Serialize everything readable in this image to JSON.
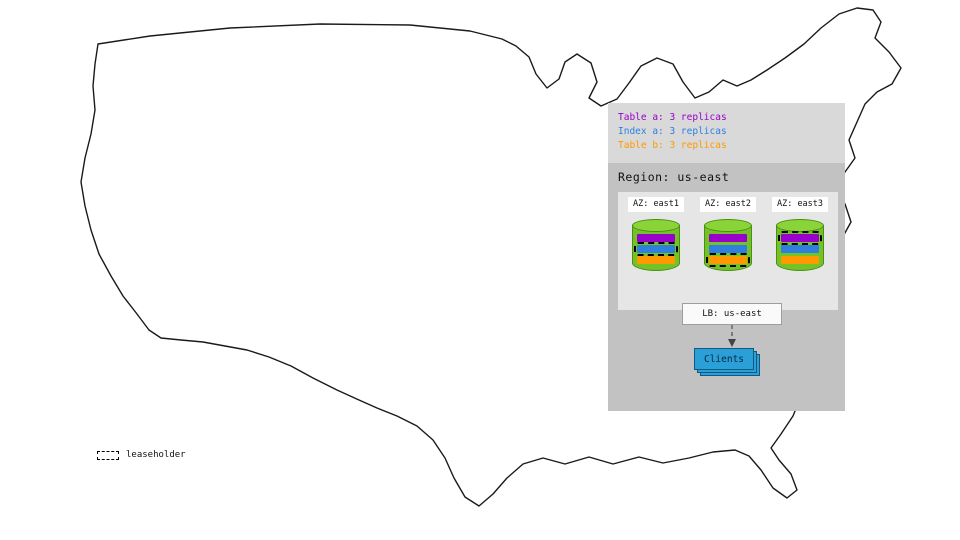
{
  "overlay": {
    "replica_legend": [
      {
        "id": "table-a",
        "label": "Table a: 3 replicas",
        "color": "#9900cc"
      },
      {
        "id": "index-a",
        "label": "Index a: 3 replicas",
        "color": "#2e7fe0"
      },
      {
        "id": "table-b",
        "label": "Table b: 3 replicas",
        "color": "#ff9900"
      }
    ],
    "region": {
      "label": "Region: us-east",
      "azs": [
        {
          "label": "AZ: east1",
          "replicas": [
            {
              "name": "table-a",
              "color": "#9900cc",
              "leaseholder": false
            },
            {
              "name": "index-a",
              "color": "#2e7fe0",
              "leaseholder": true
            },
            {
              "name": "table-b",
              "color": "#ff9900",
              "leaseholder": false
            }
          ]
        },
        {
          "label": "AZ: east2",
          "replicas": [
            {
              "name": "table-a",
              "color": "#9900cc",
              "leaseholder": false
            },
            {
              "name": "index-a",
              "color": "#2e7fe0",
              "leaseholder": false
            },
            {
              "name": "table-b",
              "color": "#ff9900",
              "leaseholder": true
            }
          ]
        },
        {
          "label": "AZ: east3",
          "replicas": [
            {
              "name": "table-a",
              "color": "#9900cc",
              "leaseholder": true
            },
            {
              "name": "index-a",
              "color": "#2e7fe0",
              "leaseholder": false
            },
            {
              "name": "table-b",
              "color": "#ff9900",
              "leaseholder": false
            }
          ]
        }
      ],
      "load_balancer": {
        "label": "LB: us-east"
      },
      "clients": {
        "label": "Clients",
        "color": "#2b9fd8"
      }
    }
  },
  "map_legend": {
    "leaseholder_label": "leaseholder"
  },
  "colors": {
    "cylinder_body": "#72c228",
    "cylinder_top": "#8ad339",
    "panel_bg": "#d9d9d9",
    "region_bg": "#c2c2c2",
    "az_container_bg": "#e6e6e6"
  }
}
